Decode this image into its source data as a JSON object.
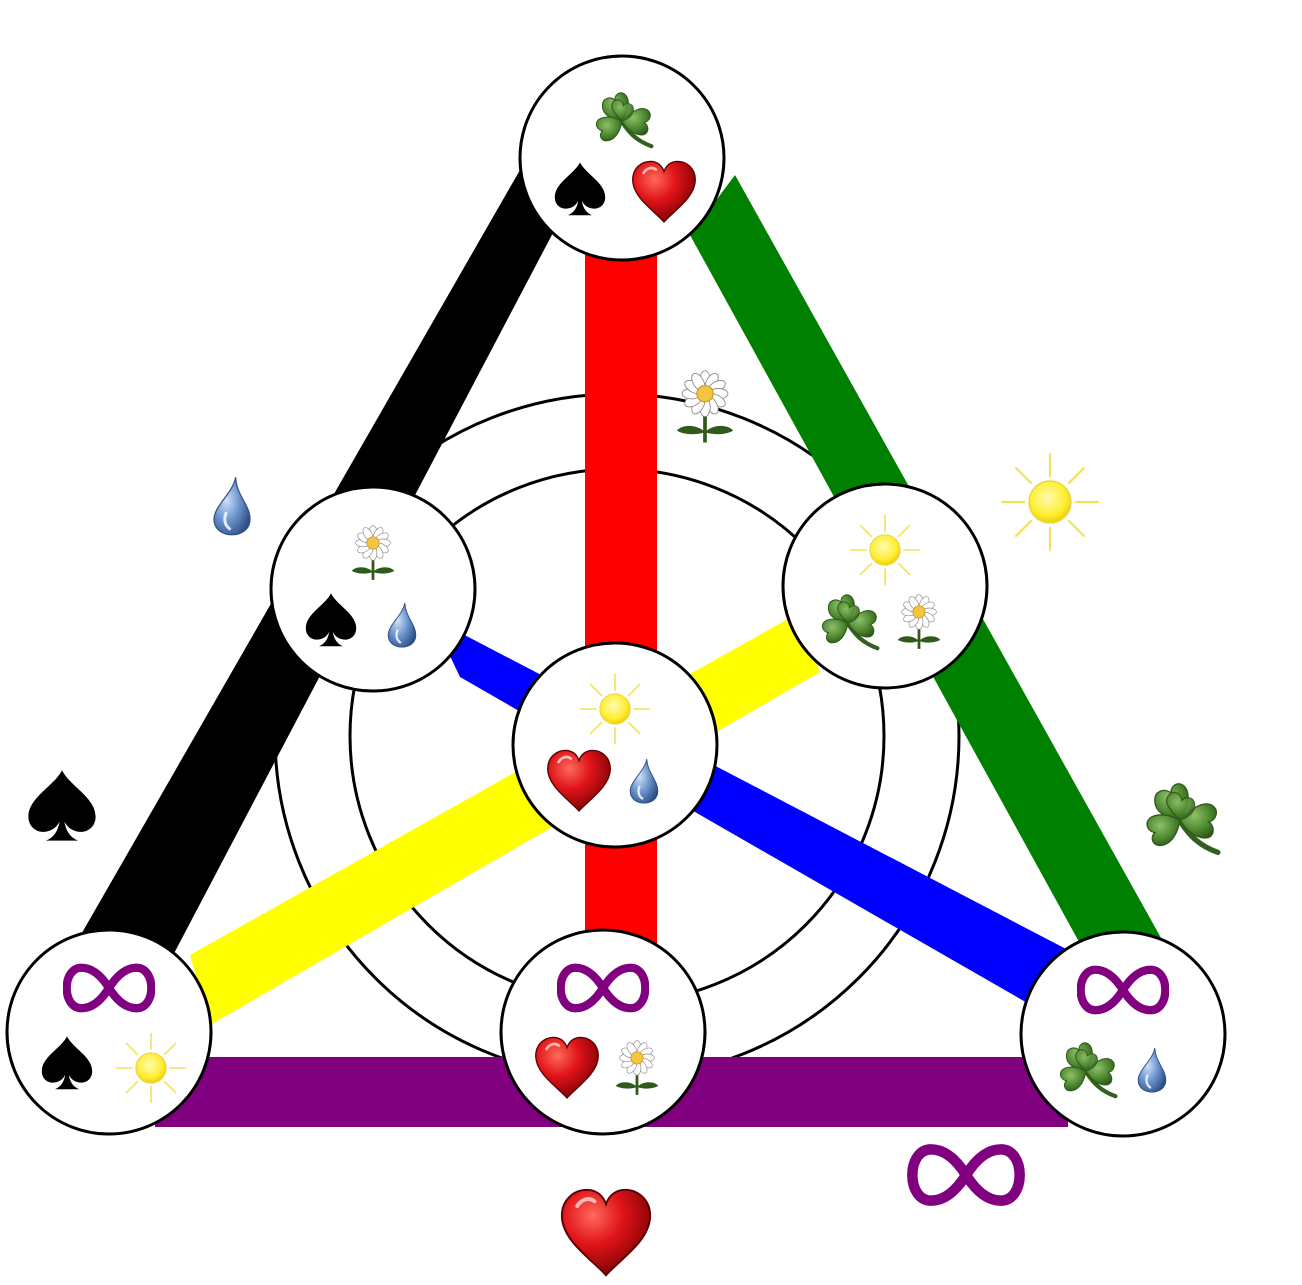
{
  "diagram": {
    "type": "fano-plane",
    "symbols": {
      "spade": {
        "icon": "spade-icon",
        "color": "#000000"
      },
      "heart": {
        "icon": "heart-icon",
        "color": "#d40000"
      },
      "clover": {
        "icon": "clover-icon",
        "color": "#3e7a2a"
      },
      "drop": {
        "icon": "water-drop-icon",
        "color": "#5a82c0"
      },
      "daisy": {
        "icon": "daisy-icon",
        "color": "#f5c542"
      },
      "sun": {
        "icon": "sun-icon",
        "color": "#ffee44"
      },
      "infinity": {
        "icon": "infinity-icon",
        "color": "#800080"
      }
    },
    "lines": [
      {
        "id": "black",
        "color": "#000000",
        "symbol": "spade"
      },
      {
        "id": "green",
        "color": "#008000",
        "symbol": "clover"
      },
      {
        "id": "purple",
        "color": "#800080",
        "symbol": "infinity"
      },
      {
        "id": "red",
        "color": "#ff0000",
        "symbol": "heart"
      },
      {
        "id": "blue",
        "color": "#0000ff",
        "symbol": "drop"
      },
      {
        "id": "yellow",
        "color": "#ffff00",
        "symbol": "sun"
      },
      {
        "id": "circle",
        "color": "#000000",
        "symbol": "daisy"
      }
    ],
    "points": [
      {
        "id": "top",
        "symbols": [
          "clover",
          "spade",
          "heart"
        ]
      },
      {
        "id": "upper-left",
        "symbols": [
          "daisy",
          "spade",
          "drop"
        ]
      },
      {
        "id": "upper-right",
        "symbols": [
          "sun",
          "clover",
          "daisy"
        ]
      },
      {
        "id": "center",
        "symbols": [
          "sun",
          "heart",
          "drop"
        ]
      },
      {
        "id": "bottom-left",
        "symbols": [
          "infinity",
          "spade",
          "sun"
        ]
      },
      {
        "id": "bottom-middle",
        "symbols": [
          "infinity",
          "heart",
          "daisy"
        ]
      },
      {
        "id": "bottom-right",
        "symbols": [
          "infinity",
          "clover",
          "drop"
        ]
      }
    ]
  }
}
